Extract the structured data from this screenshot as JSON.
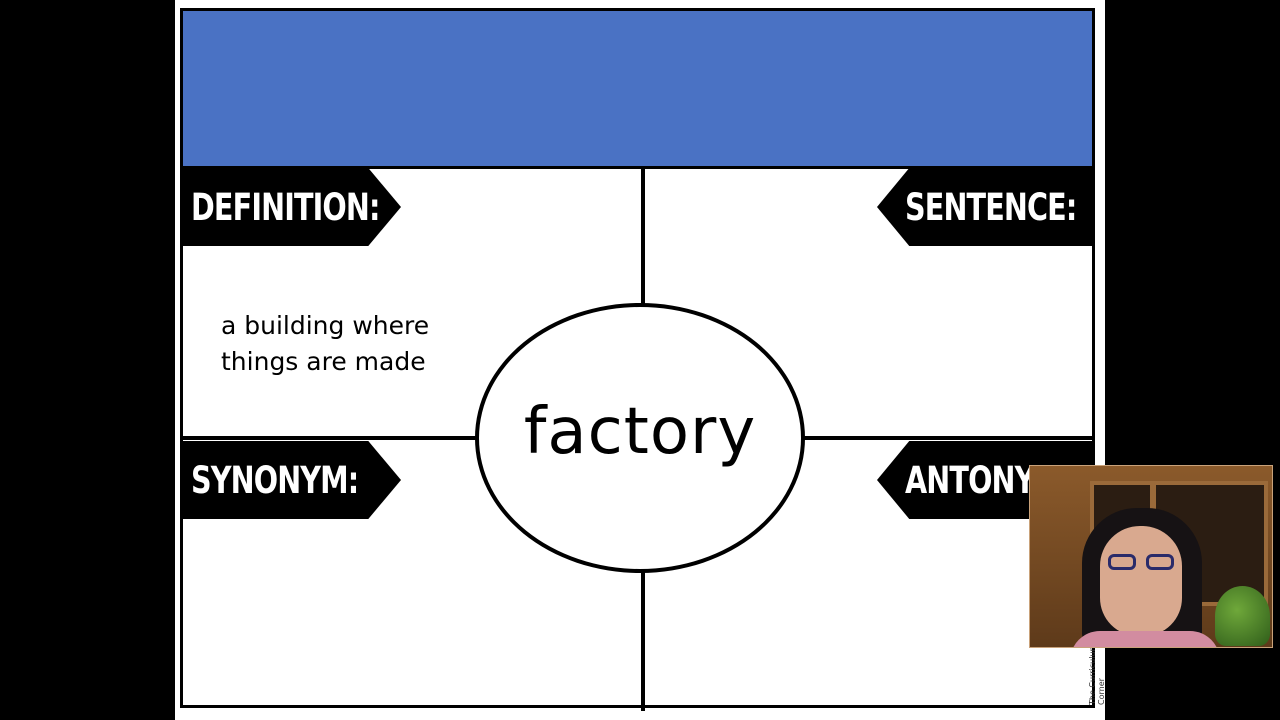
{
  "slide": {
    "word": "factory",
    "definition_text": "a building where things are made",
    "labels": {
      "definition": "DEFINITION:",
      "synonym": "SYNONYM:",
      "sentence": "SENTENCE:",
      "antonym": "ANTONYM:"
    },
    "credit": "The Curriculum Corner"
  },
  "colors": {
    "title_bar": "#4a72c4",
    "background": "#000000",
    "label_bg": "#000000",
    "label_text": "#ffffff"
  },
  "webcam": {
    "icon": "webcam-presenter-image"
  }
}
